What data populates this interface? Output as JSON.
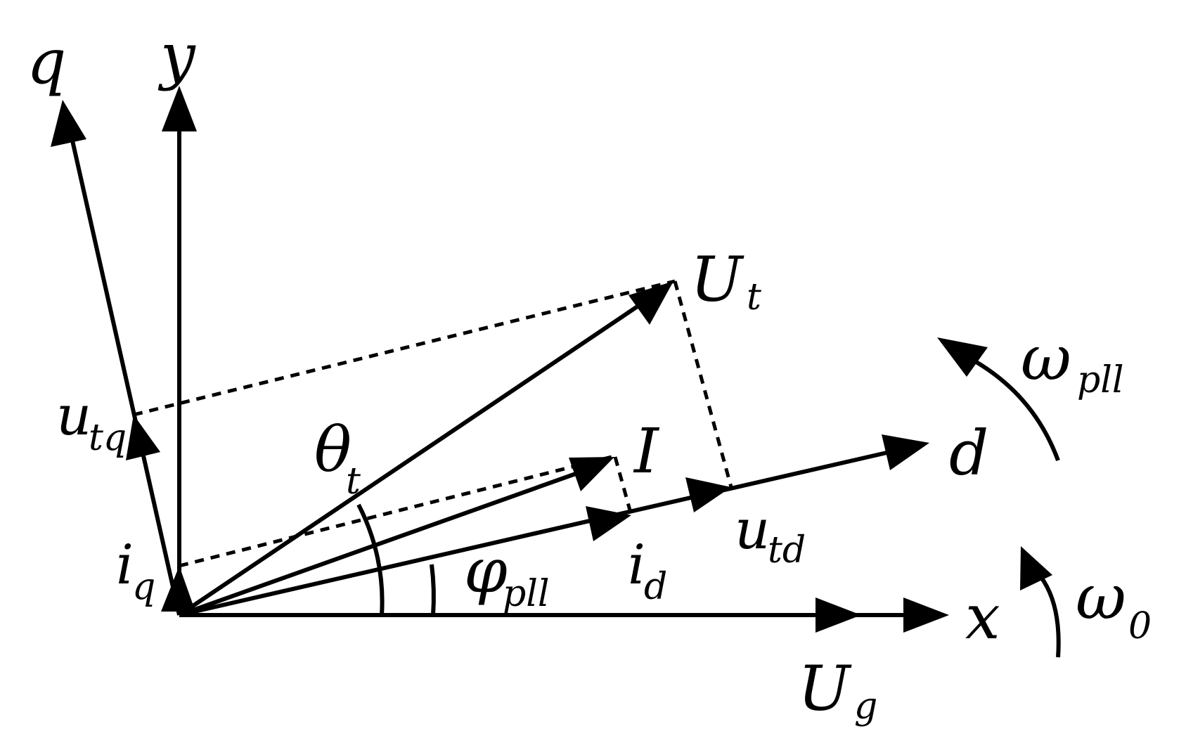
{
  "labels": {
    "q": "q",
    "y": "y",
    "x": "x",
    "d": "d",
    "U_main": "U",
    "U_t_sub": "t",
    "I": "I",
    "omega_main": "ω",
    "omega_pll_sub": "pll",
    "omega_0_sub": "0",
    "u_main": "u",
    "u_tq_sub": "tq",
    "u_td_sub": "td",
    "i_main": "i",
    "i_q_sub": "q",
    "i_d_sub": "d",
    "theta_main": "θ",
    "theta_t_sub": "t",
    "phi_main": "φ",
    "phi_pll_sub": "pll",
    "U_g_sub": "g"
  },
  "colors": {
    "ink": "#000000",
    "background": "#ffffff"
  }
}
